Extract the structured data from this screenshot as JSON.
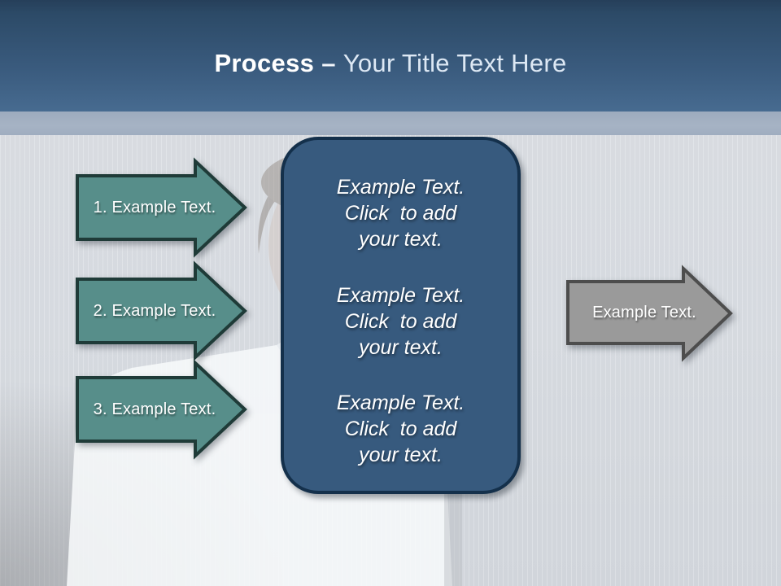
{
  "slide": {
    "header": {
      "title_bold": "Process",
      "title_separator": "–",
      "title_rest": "Your Title Text Here"
    },
    "steps": [
      {
        "label": "1. Example Text."
      },
      {
        "label": "2. Example Text."
      },
      {
        "label": "3. Example Text."
      }
    ],
    "center_panel": {
      "blocks": [
        {
          "text": "Example Text.\nClick  to add\nyour text."
        },
        {
          "text": "Example Text.\nClick  to add\nyour text."
        },
        {
          "text": "Example Text.\nClick  to add\nyour text."
        }
      ]
    },
    "output_arrow": {
      "label": "Example Text."
    },
    "colors": {
      "header_blue_top": "#2c4a67",
      "header_blue_bottom": "#476b90",
      "divider_strip": "#a2b0c2",
      "step_arrow_fill": "#578e8a",
      "step_arrow_border": "#1f3b38",
      "panel_fill": "#375a7e",
      "panel_border": "#14304b",
      "output_arrow_fill": "#9a9a9a",
      "output_arrow_border": "#4d4d4d",
      "background": "#d9dde3"
    }
  }
}
